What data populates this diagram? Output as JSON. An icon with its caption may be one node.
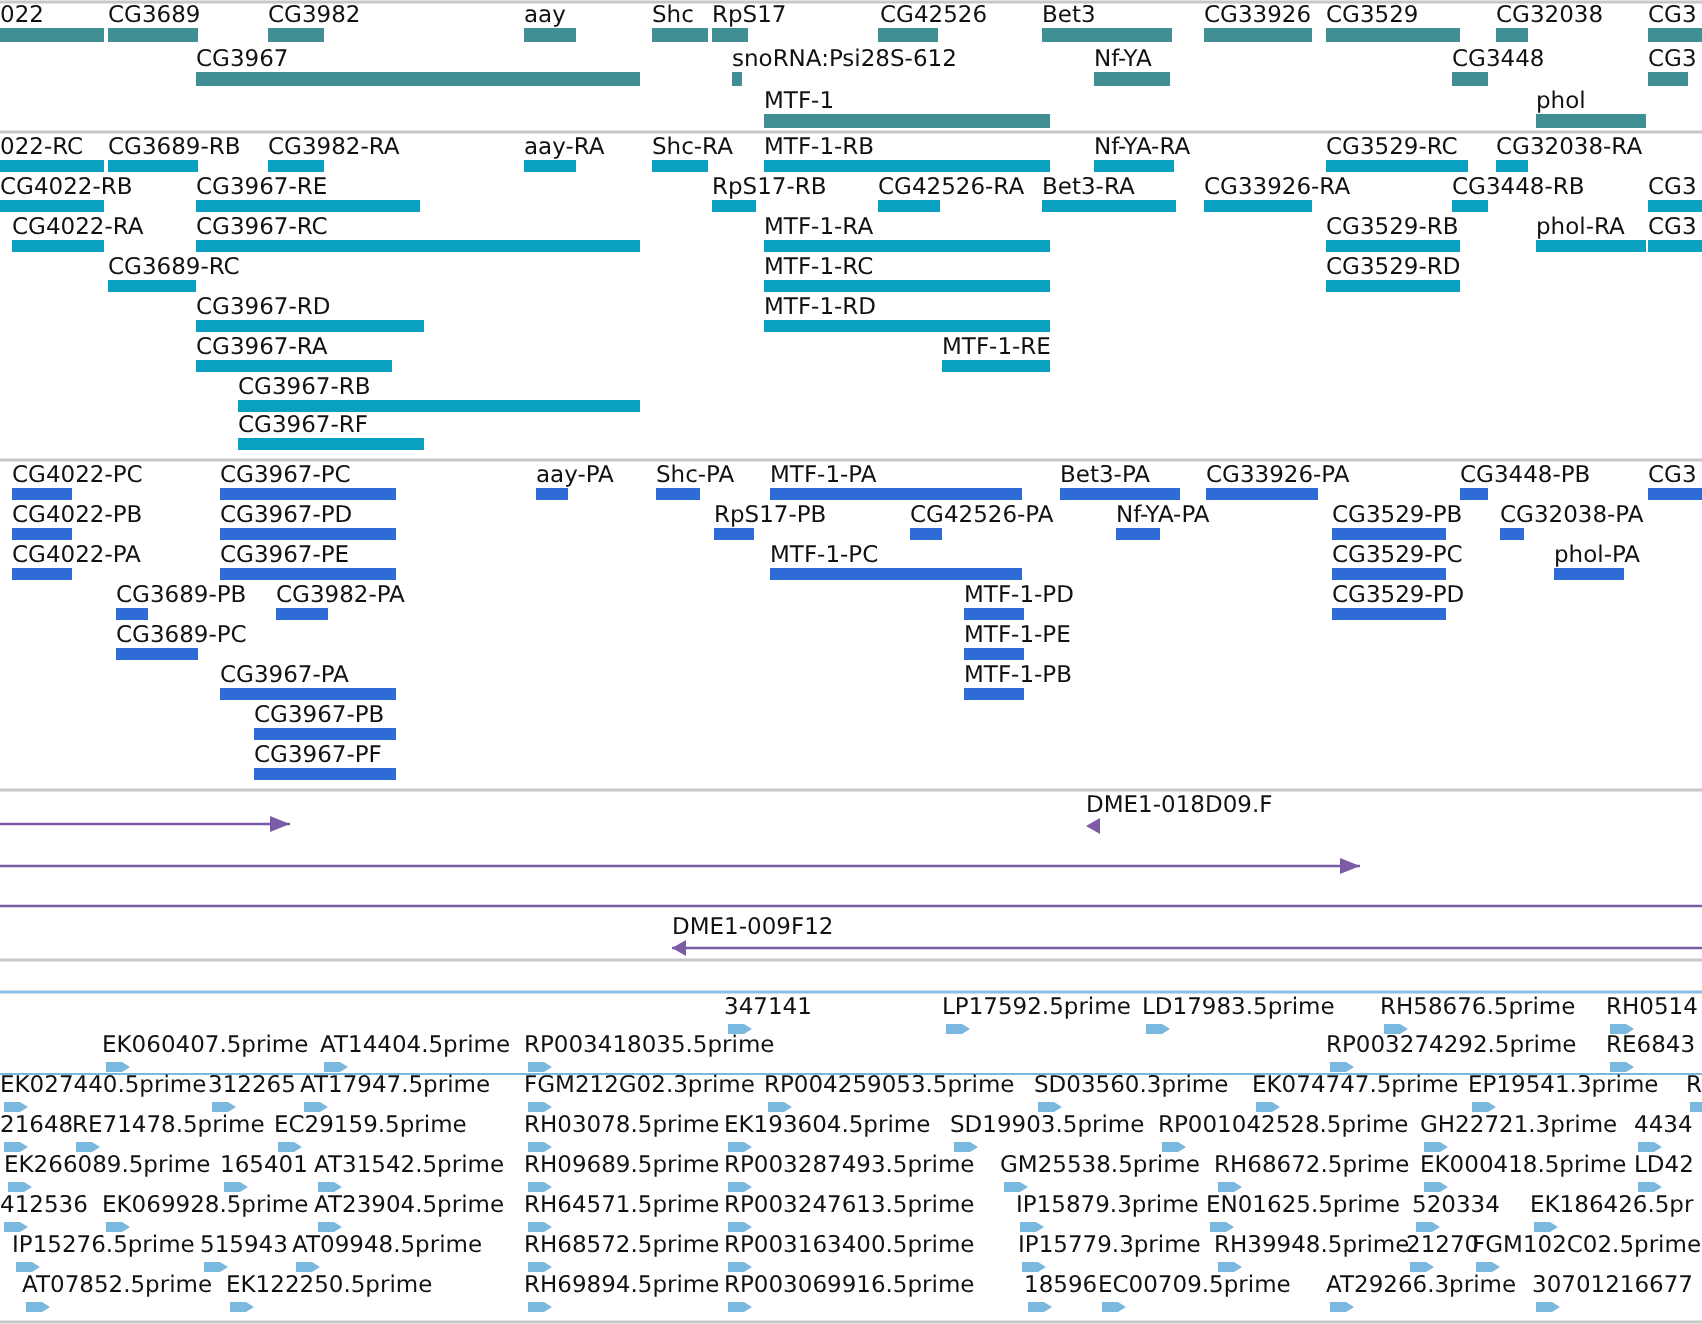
{
  "diagram": {
    "labels": [
      "022",
      "CG3689",
      "CG3982",
      "aay",
      "Shc",
      "RpS17",
      "CG42526",
      "Bet3",
      "CG33926",
      "CG3529",
      "CG32038",
      "CG3",
      "CG3967",
      "snoRNA:Psi28S-612",
      "Nf-YA",
      "CG3448",
      "CG3",
      "MTF-1",
      "phol",
      "022-RC",
      "CG3689-RB",
      "CG3982-RA",
      "aay-RA",
      "Shc-RA",
      "MTF-1-RB",
      "Nf-YA-RA",
      "CG3529-RC",
      "CG32038-RA",
      "CG4022-RB",
      "CG3967-RE",
      "RpS17-RB",
      "CG42526-RA",
      "Bet3-RA",
      "CG33926-RA",
      "CG3448-RB",
      "CG3",
      "CG4022-RA",
      "CG3967-RC",
      "MTF-1-RA",
      "CG3529-RB",
      "phol-RA",
      "CG3",
      "CG3689-RC",
      "MTF-1-RC",
      "CG3529-RD",
      "CG3967-RD",
      "MTF-1-RD",
      "CG3967-RA",
      "MTF-1-RE",
      "CG3967-RB",
      "CG3967-RF",
      "CG4022-PC",
      "CG3967-PC",
      "aay-PA",
      "Shc-PA",
      "MTF-1-PA",
      "Bet3-PA",
      "CG33926-PA",
      "CG3448-PB",
      "CG3",
      "CG4022-PB",
      "CG3967-PD",
      "RpS17-PB",
      "CG42526-PA",
      "Nf-YA-PA",
      "CG3529-PB",
      "CG32038-PA",
      "CG4022-PA",
      "CG3967-PE",
      "MTF-1-PC",
      "CG3529-PC",
      "phol-PA",
      "CG3689-PB",
      "CG3982-PA",
      "MTF-1-PD",
      "CG3529-PD",
      "CG3689-PC",
      "MTF-1-PE",
      "CG3967-PA",
      "MTF-1-PB",
      "CG3967-PB",
      "CG3967-PF",
      "DME1-018D09.F",
      "DME1-009F12",
      "347141",
      "LP17592.5prime",
      "LD17983.5prime",
      "RH58676.5prime",
      "RH0514",
      "EK060407.5prime",
      "AT14404.5prime",
      "RP003418035.5prime",
      "RP003274292.5prime",
      "RE6843",
      "EK027440.5prime",
      "312265",
      "AT17947.5prime",
      "FGM212G02.3prime",
      "RP004259053.5prime",
      "SD03560.3prime",
      "EK074747.5prime",
      "EP19541.3prime",
      "R",
      "21648",
      "RE71478.5prime",
      "EC29159.5prime",
      "RH03078.5prime",
      "EK193604.5prime",
      "SD19903.5prime",
      "RP001042528.5prime",
      "GH22721.3prime",
      "4434",
      "EK266089.5prime",
      "165401",
      "AT31542.5prime",
      "RH09689.5prime",
      "RP003287493.5prime",
      "GM25538.5prime",
      "RH68672.5prime",
      "EK000418.5prime",
      "LD42",
      "412536",
      "EK069928.5prime",
      "AT23904.5prime",
      "RH64571.5prime",
      "RP003247613.5prime",
      "IP15879.3prime",
      "EN01625.5prime",
      "520334",
      "EK186426.5pr",
      "IP15276.5prime",
      "515943",
      "AT09948.5prime",
      "RH68572.5prime",
      "RP003163400.5prime",
      "IP15779.3prime",
      "RH39948.5prime",
      "21270",
      "FGM102C02.5prime",
      "AT07852.5prime",
      "EK122250.5prime",
      "RH69894.5prime",
      "RP003069916.5prime",
      "18596",
      "EC00709.5prime",
      "AT29266.3prime",
      "30701216677"
    ]
  }
}
